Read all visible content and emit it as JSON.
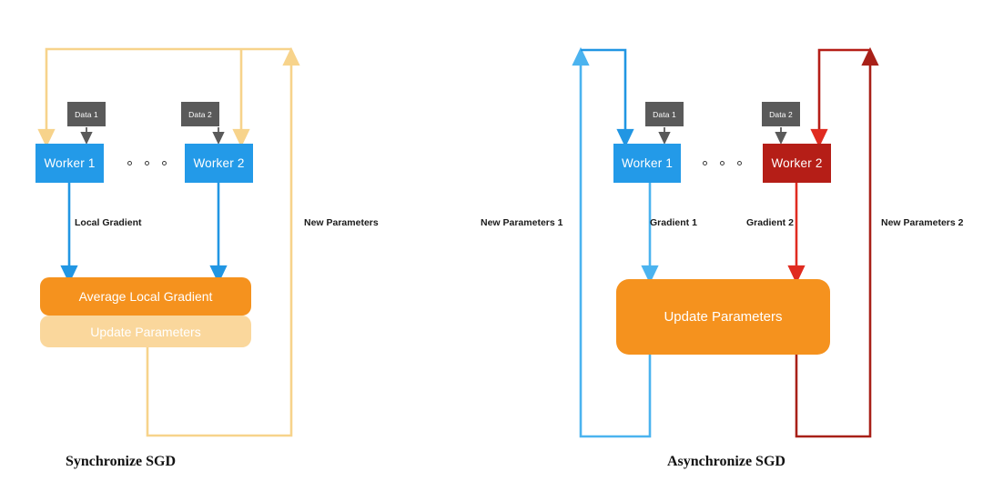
{
  "colors": {
    "worker_blue": "#239AE8",
    "worker_red": "#B51E17",
    "arrow_blue": "#2196E3",
    "arrow_light_blue": "#4BB3EF",
    "arrow_red": "#E02B20",
    "loop_red": "#A82018",
    "arrow_yellow": "#F7D38B",
    "orange_solid": "#F5921E",
    "orange_faded": "#FAD79C",
    "data_gray": "#5A5A5A",
    "arrow_gray": "#5A5A5A",
    "background": "#FFFFFF",
    "text_dark": "#1A1A1A"
  },
  "left_diagram": {
    "caption": "Synchronize SGD",
    "data_boxes": [
      {
        "label": "Data 1"
      },
      {
        "label": "Data 2"
      }
    ],
    "workers": [
      {
        "label": "Worker 1"
      },
      {
        "label": "Worker 2"
      }
    ],
    "ellipsis_dots": 3,
    "pills": [
      {
        "label": "Average Local Gradient",
        "style": "solid"
      },
      {
        "label": "Update Parameters",
        "style": "faded"
      }
    ],
    "edge_labels": [
      {
        "label": "Local Gradient"
      },
      {
        "label": "New Parameters"
      }
    ]
  },
  "right_diagram": {
    "caption": "Asynchronize SGD",
    "data_boxes": [
      {
        "label": "Data 1"
      },
      {
        "label": "Data 2"
      }
    ],
    "workers": [
      {
        "label": "Worker 1"
      },
      {
        "label": "Worker 2"
      }
    ],
    "ellipsis_dots": 3,
    "pills": [
      {
        "label": "Update Parameters",
        "style": "solid"
      }
    ],
    "edge_labels": [
      {
        "label": "New Parameters 1"
      },
      {
        "label": "Gradient 1"
      },
      {
        "label": "Gradient 2"
      },
      {
        "label": "New Parameters 2"
      }
    ]
  }
}
